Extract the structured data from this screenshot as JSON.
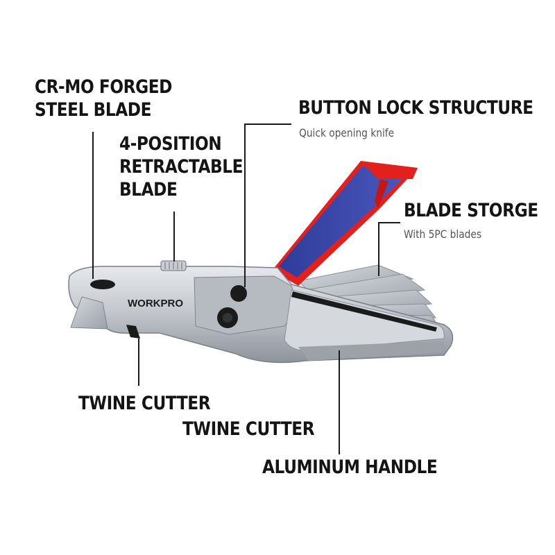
{
  "callouts": {
    "steel_blade": {
      "line1": "CR-MO FORGED",
      "line2": "STEEL BLADE"
    },
    "retractable": {
      "line1": "4-POSITION",
      "line2": "RETRACTABLE",
      "line3": "BLADE"
    },
    "button_lock": {
      "title": "BUTTON LOCK STRUCTURE",
      "subtitle": "Quick opening knife"
    },
    "blade_storage": {
      "title": "BLADE STORGE",
      "subtitle": "With 5PC blades"
    },
    "twine_cutter_1": {
      "title": "TWINE CUTTER"
    },
    "twine_cutter_2": {
      "title": "TWINE CUTTER"
    },
    "handle": {
      "title": "ALUMINUM HANDLE"
    }
  },
  "product": {
    "brand": "WORKPRO",
    "colors": {
      "handle_red": "#e3201b",
      "handle_blue": "#3a47a8",
      "body_silver": "#c9ccd2",
      "body_dark": "#8b8f97",
      "blade": "#b9bec4",
      "black": "#1b1b1b"
    }
  }
}
